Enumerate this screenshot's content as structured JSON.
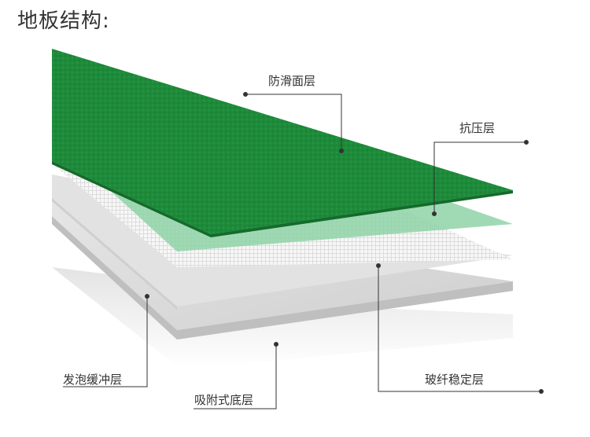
{
  "title": "地板结构:",
  "layers": [
    {
      "id": "anti-slip",
      "label": "防滑面层",
      "color": "#1f8a3a"
    },
    {
      "id": "pressure",
      "label": "抗压层",
      "color": "#8fd3a8"
    },
    {
      "id": "fiberglass",
      "label": "玻纤稳定层",
      "color": "#f2f2f2"
    },
    {
      "id": "foam",
      "label": "发泡缓冲层",
      "color": "#e3e3e3"
    },
    {
      "id": "adhesive",
      "label": "吸附式底层",
      "color": "#d6d6d6"
    }
  ]
}
